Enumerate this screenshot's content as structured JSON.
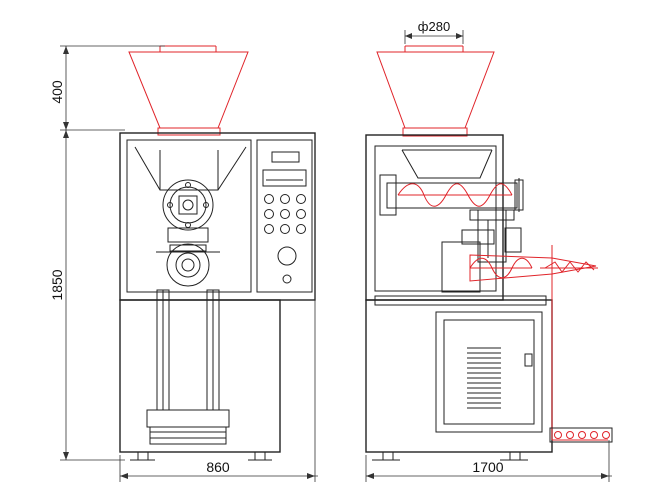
{
  "dimensions": {
    "hopper_height": "400",
    "total_height": "1850",
    "front_width": "860",
    "side_width": "1700",
    "hopper_diameter": "ф280"
  },
  "colors": {
    "outline": "#222222",
    "auger_red": "#e0242a",
    "background": "#ffffff"
  },
  "views": [
    "front-view",
    "side-view"
  ]
}
